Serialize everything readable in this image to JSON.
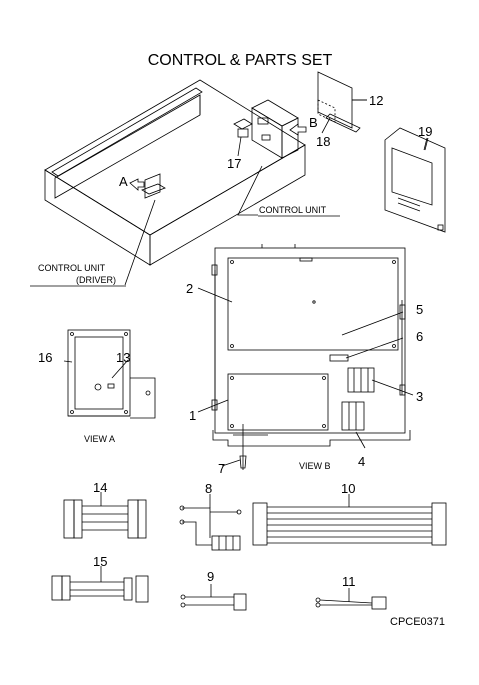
{
  "title": "CONTROL & PARTS SET",
  "labels": {
    "control_unit": "CONTROL UNIT",
    "control_unit_driver_line1": "CONTROL UNIT",
    "control_unit_driver_line2": "(DRIVER)",
    "view_a": "VIEW A",
    "view_b": "VIEW B",
    "arrow_a": "A",
    "arrow_b": "B",
    "drawing_code": "CPCE0371"
  },
  "callouts": [
    "1",
    "2",
    "3",
    "4",
    "5",
    "6",
    "7",
    "8",
    "9",
    "10",
    "11",
    "12",
    "13",
    "14",
    "15",
    "16",
    "17",
    "18",
    "19"
  ]
}
